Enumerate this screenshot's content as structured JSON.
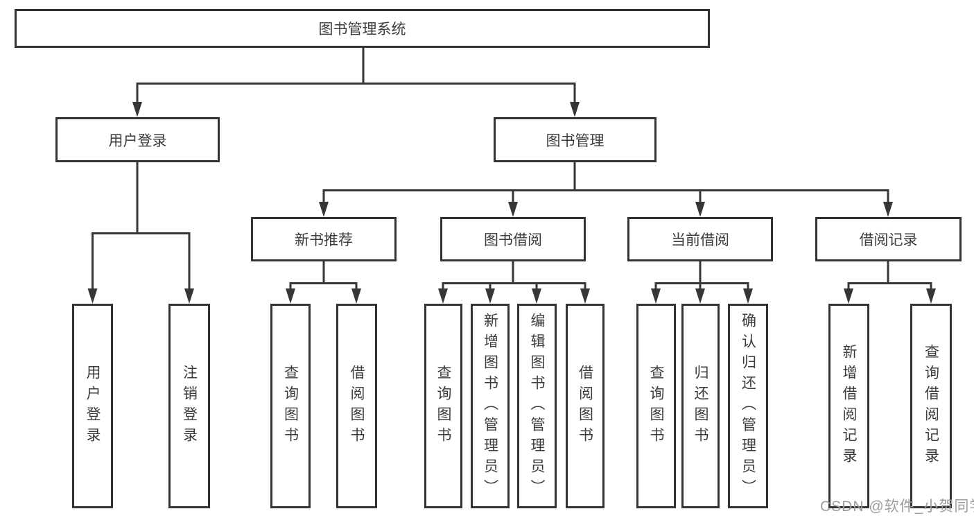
{
  "diagram": {
    "type": "hierarchy-tree",
    "colors": {
      "line": "#363636",
      "box_border": "#333333",
      "text": "#3b3b3b",
      "background": "#ffffff",
      "watermark": "#9c9c9c"
    },
    "tree": {
      "label": "图书管理系统",
      "children": [
        {
          "label": "用户登录",
          "children": [
            {
              "label": "用户登录"
            },
            {
              "label": "注销登录"
            }
          ]
        },
        {
          "label": "图书管理",
          "children": [
            {
              "label": "新书推荐",
              "children": [
                {
                  "label": "查询图书"
                },
                {
                  "label": "借阅图书"
                }
              ]
            },
            {
              "label": "图书借阅",
              "children": [
                {
                  "label": "查询图书"
                },
                {
                  "label": "新增图书（管理员）"
                },
                {
                  "label": "编辑图书（管理员）"
                },
                {
                  "label": "借阅图书"
                }
              ]
            },
            {
              "label": "当前借阅",
              "children": [
                {
                  "label": "查询图书"
                },
                {
                  "label": "归还图书"
                },
                {
                  "label": "确认归还（管理员）"
                }
              ]
            },
            {
              "label": "借阅记录",
              "children": [
                {
                  "label": "新增借阅记录"
                },
                {
                  "label": "查询借阅记录"
                }
              ]
            }
          ]
        }
      ]
    },
    "watermark": {
      "text": "CSDN @软件_小贺同学"
    }
  }
}
